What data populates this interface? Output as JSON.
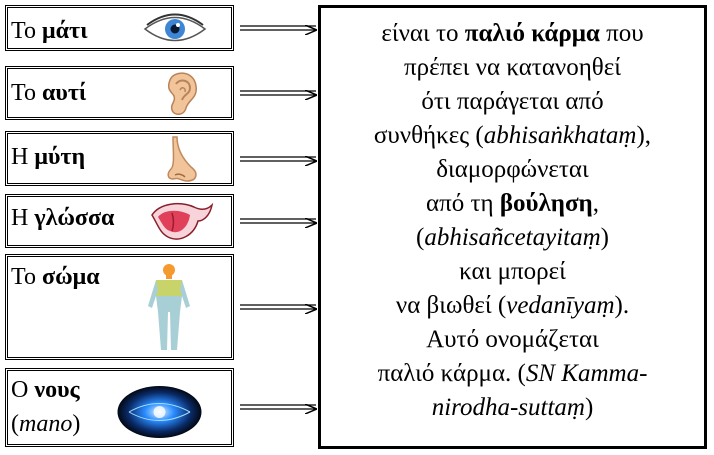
{
  "senses": [
    {
      "prefix": "Το ",
      "word": "μάτι",
      "icon": "eye-icon"
    },
    {
      "prefix": "Το ",
      "word": "αυτί",
      "icon": "ear-icon"
    },
    {
      "prefix": "Η ",
      "word": "μύτη",
      "icon": "nose-icon"
    },
    {
      "prefix": "Η ",
      "word": "γλώσσα",
      "icon": "tongue-icon"
    },
    {
      "prefix": "Το ",
      "word": "σώμα",
      "icon": "body-icon"
    },
    {
      "prefix": "Ο ",
      "word": "νους",
      "note": "mano",
      "icon": "mind-icon"
    }
  ],
  "description": {
    "l1a": "είναι το ",
    "l1b": "παλιό κάρμα",
    "l1c": " που",
    "l2": "πρέπει να κατανοηθεί",
    "l3": "ότι παράγεται από",
    "l4a": "συνθήκες (",
    "l4b": "abhisaṅkhataṃ",
    "l4c": "),",
    "l5": "διαμορφώνεται",
    "l6a": "από τη ",
    "l6b": "βούληση",
    "l6c": ",",
    "l7a": "(",
    "l7b": "abhisañcetayitaṃ",
    "l7c": ")",
    "l8": "και μπορεί",
    "l9a": "να βιωθεί (",
    "l9b": "vedanīyaṃ",
    "l9c": ").",
    "l10": "Αυτό ονομάζεται",
    "l11a": "παλιό κάρμα. (",
    "l11b": "SN Kamma-",
    "l12a": "nirodha-suttaṃ",
    "l12b": ")"
  },
  "colors": {
    "border": "#000000",
    "eye_iris": "#3d86d6",
    "skin": "#f2c49a",
    "tongue": "#e0405a",
    "body_head": "#f59a2f",
    "body_torso": "#c8d36a",
    "body_legs": "#a9cfd6",
    "mind_glow": "#2a8cff"
  }
}
